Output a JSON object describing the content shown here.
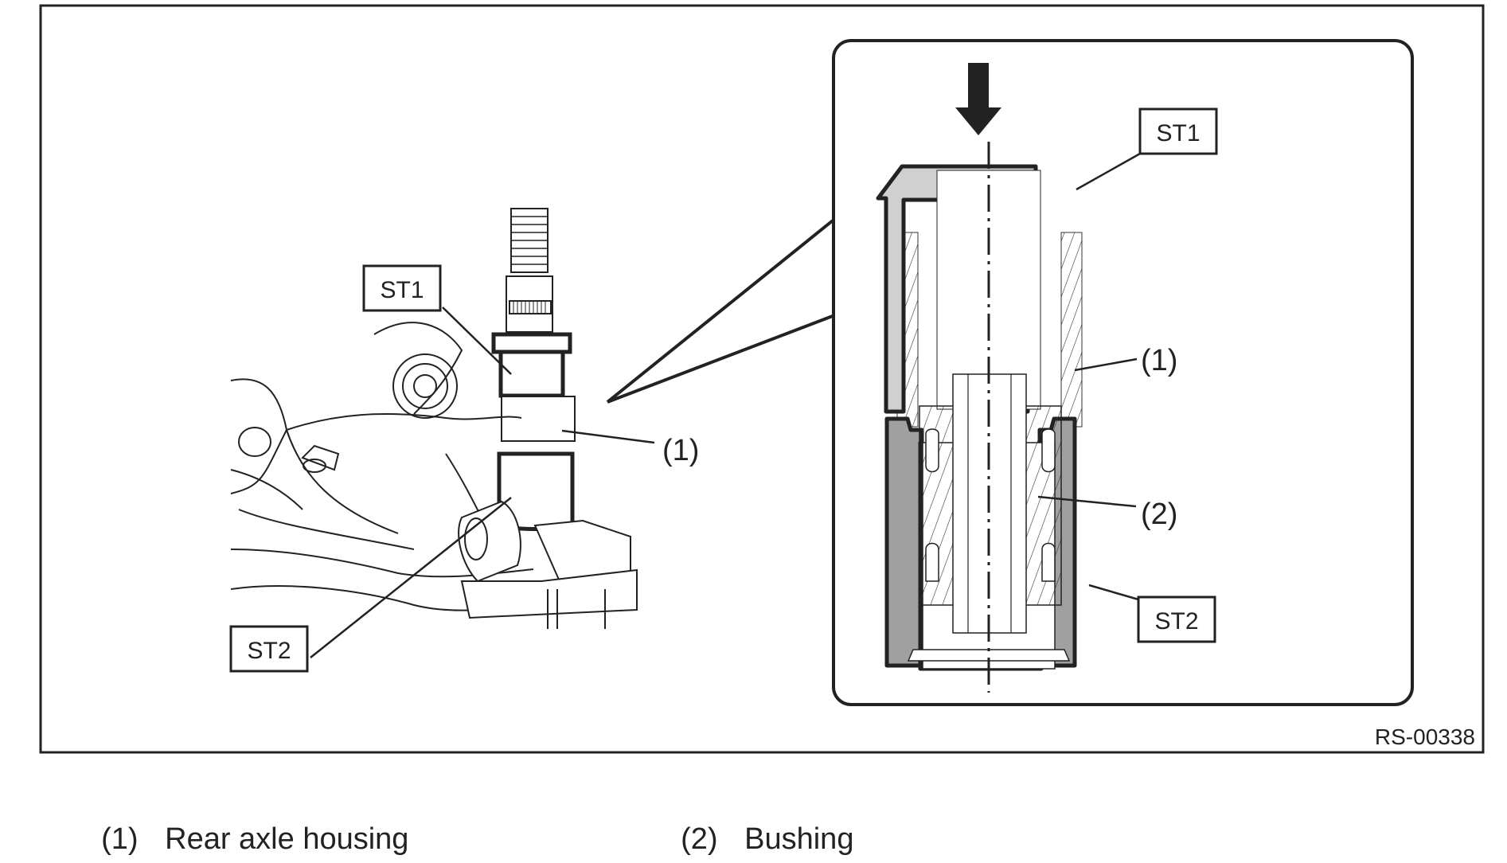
{
  "figure": {
    "id_code": "RS-00338",
    "overview_labels": {
      "st1": "ST1",
      "st2": "ST2",
      "part1": "(1)"
    },
    "detail_labels": {
      "st1": "ST1",
      "st2": "ST2",
      "part1": "(1)",
      "part2": "(2)"
    },
    "press_direction": "down-arrow"
  },
  "legend": [
    {
      "number": "(1)",
      "label": "Rear axle housing"
    },
    {
      "number": "(2)",
      "label": "Bushing"
    }
  ],
  "colors": {
    "line": "#222222",
    "st1_fill": "#d0d0d0",
    "st2_fill": "#a0a0a0",
    "background": "#ffffff"
  }
}
